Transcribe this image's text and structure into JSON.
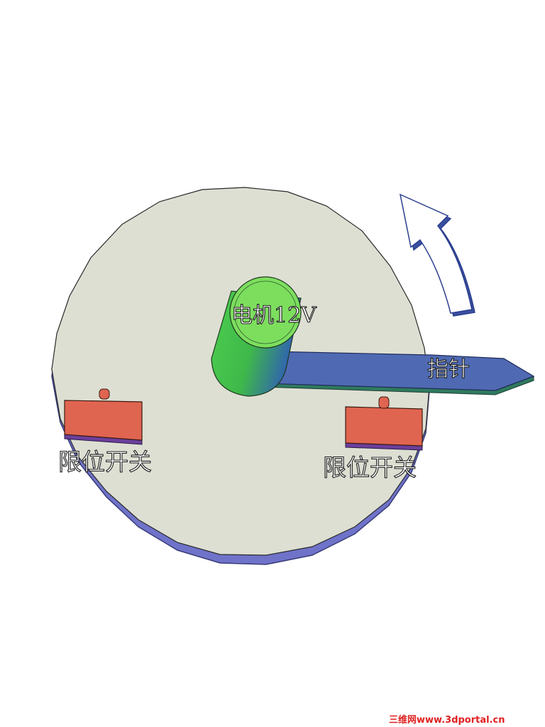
{
  "labels": {
    "motor": "电机12V",
    "pointer": "指针",
    "limit_switch_left": "限位开关",
    "limit_switch_right": "限位开关"
  },
  "watermark": {
    "prefix": "三维网",
    "site": "www.3dportal.cn"
  },
  "colors": {
    "disc": "#dedfd3",
    "disc_edge": "#6f73c9",
    "motor_top": "#7dde5e",
    "motor_side": "#3fb84a",
    "motor_shadow": "#2f6fb0",
    "pointer": "#4f6ab2",
    "pointer_edge": "#2f7a5f",
    "switch": "#e06550",
    "switch_base": "#6b3f9b",
    "arrow_fill": "#ffffff",
    "arrow_edge": "#2b3f8f",
    "watermark": "#e02020"
  },
  "icons": {
    "rotation": "curved-arrow-icon"
  }
}
